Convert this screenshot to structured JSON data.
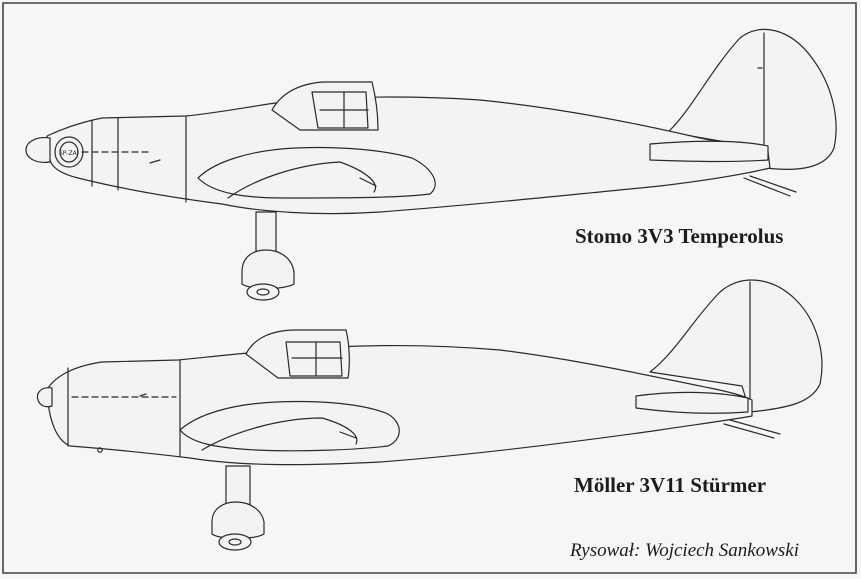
{
  "aircraft": [
    {
      "name": "Stomo 3V3 Temperolus",
      "nose_marking": "SP-ZAJ"
    },
    {
      "name": "Möller 3V11 Stürmer"
    }
  ],
  "credit": "Rysował: Wojciech Sankowski",
  "colors": {
    "line": "#2a2a2a",
    "paper": "#f6f6f4",
    "fill": "#f3f3f1"
  }
}
